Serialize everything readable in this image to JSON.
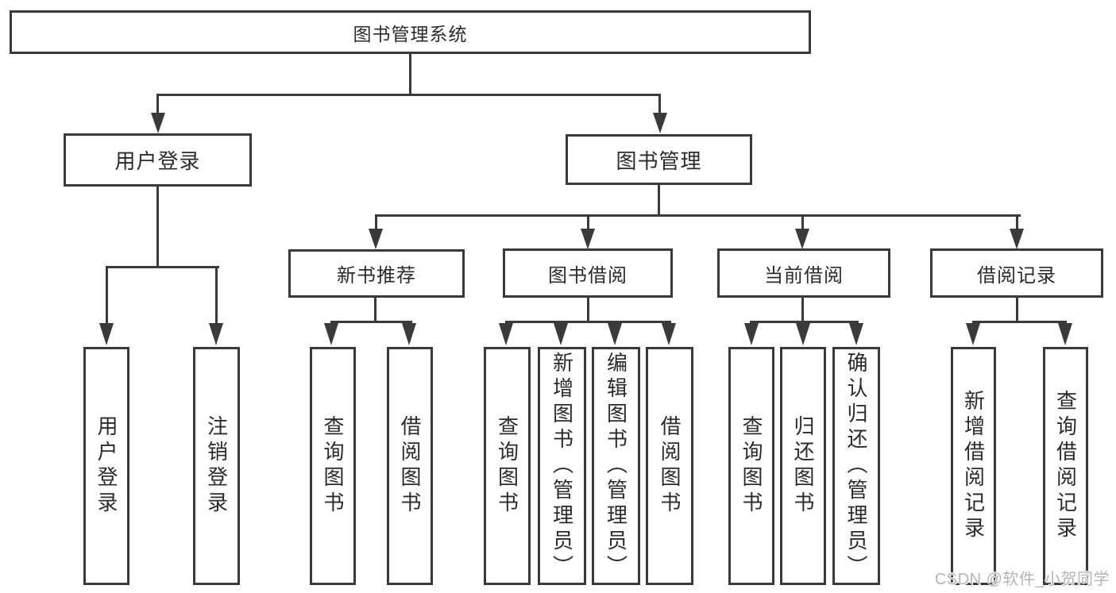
{
  "colors": {
    "line": "#3a3a3a",
    "text": "#2b2b2b",
    "background": "#ffffff",
    "watermark": "#b5b5b5"
  },
  "tree": {
    "root": {
      "label": "图书管理系统"
    },
    "branches": [
      {
        "label": "用户登录",
        "children": [
          {
            "label": "用户登录"
          },
          {
            "label": "注销登录"
          }
        ]
      },
      {
        "label": "图书管理",
        "children": [
          {
            "label": "新书推荐",
            "children": [
              {
                "label": "查询图书"
              },
              {
                "label": "借阅图书"
              }
            ]
          },
          {
            "label": "图书借阅",
            "children": [
              {
                "label": "查询图书"
              },
              {
                "label": "新增图书（管理员）"
              },
              {
                "label": "编辑图书（管理员）"
              },
              {
                "label": "借阅图书"
              }
            ]
          },
          {
            "label": "当前借阅",
            "children": [
              {
                "label": "查询图书"
              },
              {
                "label": "归还图书"
              },
              {
                "label": "确认归还（管理员）"
              }
            ]
          },
          {
            "label": "借阅记录",
            "children": [
              {
                "label": "新增借阅记录"
              },
              {
                "label": "查询借阅记录"
              }
            ]
          }
        ]
      }
    ]
  },
  "watermark": {
    "text": "CSDN @软件_小贺同学"
  }
}
